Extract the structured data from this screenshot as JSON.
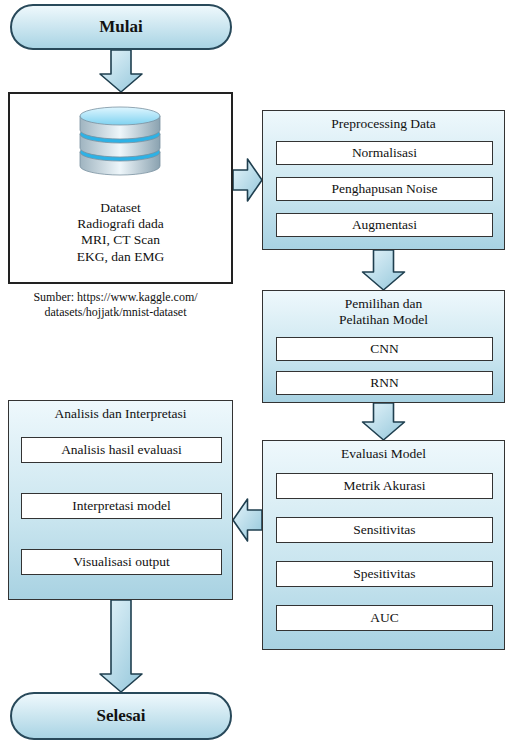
{
  "diagram": {
    "nodes": [
      {
        "text": [
          "Mulai"
        ]
      },
      {
        "text": [
          "Dataset",
          "Radiografi dada MRI, CT Scan EKG, dan EMG"
        ]
      },
      {
        "text": [
          "Preprocessing Data"
        ]
      },
      {
        "text": [
          "Normalisasi"
        ],
        "in": 2
      },
      {
        "text": [
          "Penghapusan Noise"
        ],
        "in": 2
      },
      {
        "text": [
          "Augmentasi"
        ],
        "in": 2
      },
      {
        "text": [
          "Pemilihan dan Pelatihan Model"
        ]
      },
      {
        "text": [
          "CNN"
        ],
        "in": 6
      },
      {
        "text": [
          "RNN"
        ],
        "in": 6
      },
      {
        "text": [
          "Evaluasi Model"
        ]
      },
      {
        "text": [
          "Metrik Akurasi"
        ],
        "in": 9
      },
      {
        "text": [
          "Sensitivitas"
        ],
        "in": 9
      },
      {
        "text": [
          "Spesitivitas"
        ],
        "in": 9
      },
      {
        "text": [
          "AUC"
        ],
        "in": 9
      },
      {
        "text": [
          "Analisis dan Interpretasi"
        ]
      },
      {
        "text": [
          "Analisis hasil evaluasi"
        ],
        "in": 14
      },
      {
        "text": [
          "Interpretasi model"
        ],
        "in": 14
      },
      {
        "text": [
          "Visualisasi output"
        ],
        "in": 14
      },
      {
        "text": [
          "Selesai"
        ]
      }
    ],
    "edges": [
      {
        "from": 0,
        "to": 1,
        "arrow": "to"
      },
      {
        "from": 1,
        "to": 2,
        "arrow": "to"
      },
      {
        "from": 2,
        "to": 6,
        "arrow": "to"
      },
      {
        "from": 6,
        "to": 9,
        "arrow": "to"
      },
      {
        "from": 9,
        "to": 14,
        "arrow": "to"
      },
      {
        "from": 14,
        "to": 18,
        "arrow": "to"
      }
    ],
    "labels": [
      "Sumber: https://www.kaggle.com/ datasets/hojjatk/mnist-dataset"
    ]
  }
}
